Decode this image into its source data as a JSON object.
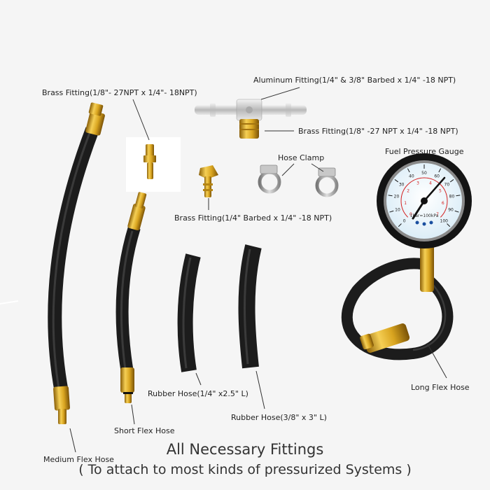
{
  "labels": {
    "brass_fitting_small": "Brass Fitting(1/8\"- 27NPT x 1/4\"- 18NPT)",
    "aluminum_fitting": "Aluminum Fitting(1/4\" & 3/8\" Barbed x 1/4\" -18 NPT)",
    "brass_fitting_tee": "Brass Fitting(1/8\" -27 NPT x 1/4\" -18 NPT)",
    "hose_clamp": "Hose Clamp",
    "fuel_pressure_gauge": "Fuel Pressure Gauge",
    "brass_fitting_barbed": "Brass Fitting(1/4\" Barbed x 1/4\" -18 NPT)",
    "long_flex_hose": "Long Flex Hose",
    "rubber_hose_small": "Rubber Hose(1/4\" x2.5\" L)",
    "rubber_hose_large": "Rubber Hose(3/8\" x 3\" L)",
    "short_flex_hose": "Short Flex Hose",
    "medium_flex_hose": "Medium Flex Hose"
  },
  "caption": {
    "line1": "All Necessary Fittings",
    "line2": "( To attach to most kinds of pressurized Systems )"
  },
  "gauge": {
    "outer_scale": [
      "0",
      "10",
      "20",
      "30",
      "40",
      "50",
      "60",
      "70",
      "80",
      "90",
      "100"
    ],
    "inner_scale": [
      "0",
      "1",
      "2",
      "3",
      "4",
      "5",
      "6",
      "7"
    ],
    "unit_text": "1bar=100kPa",
    "outer_color": "#1a1a1a",
    "inner_color": "#d42020"
  },
  "colors": {
    "hose": "#1c1c1c",
    "brass": "#d4a017",
    "leader": "#333333"
  }
}
